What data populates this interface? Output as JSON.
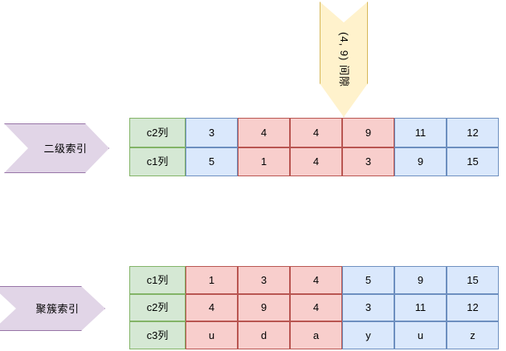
{
  "colors": {
    "green_fill": "#d5e8d4",
    "green_stroke": "#82b366",
    "blue_fill": "#dae8fc",
    "blue_stroke": "#6c8ebf",
    "red_fill": "#f8cecc",
    "red_stroke": "#b85450",
    "purple_fill": "#e1d5e7",
    "purple_stroke": "#9673a6",
    "yellow_fill": "#fff2cc",
    "yellow_stroke": "#d6b656",
    "background": "#ffffff"
  },
  "labels": {
    "secondary_index": "二级索引",
    "clustered_index": "聚簇索引"
  },
  "gap_arrow": {
    "text": "(4, 9) 间隙"
  },
  "secondary_index_table": {
    "rows": [
      {
        "header": "c2列",
        "cells": [
          {
            "value": "3",
            "state": "normal"
          },
          {
            "value": "4",
            "state": "highlight"
          },
          {
            "value": "4",
            "state": "highlight"
          },
          {
            "value": "9",
            "state": "highlight"
          },
          {
            "value": "11",
            "state": "normal"
          },
          {
            "value": "12",
            "state": "normal"
          }
        ]
      },
      {
        "header": "c1列",
        "cells": [
          {
            "value": "5",
            "state": "normal"
          },
          {
            "value": "1",
            "state": "highlight"
          },
          {
            "value": "4",
            "state": "highlight"
          },
          {
            "value": "3",
            "state": "highlight"
          },
          {
            "value": "9",
            "state": "normal"
          },
          {
            "value": "15",
            "state": "normal"
          }
        ]
      }
    ]
  },
  "clustered_index_table": {
    "rows": [
      {
        "header": "c1列",
        "cells": [
          {
            "value": "1",
            "state": "highlight"
          },
          {
            "value": "3",
            "state": "highlight"
          },
          {
            "value": "4",
            "state": "highlight"
          },
          {
            "value": "5",
            "state": "normal"
          },
          {
            "value": "9",
            "state": "normal"
          },
          {
            "value": "15",
            "state": "normal"
          }
        ]
      },
      {
        "header": "c2列",
        "cells": [
          {
            "value": "4",
            "state": "highlight"
          },
          {
            "value": "9",
            "state": "highlight"
          },
          {
            "value": "4",
            "state": "highlight"
          },
          {
            "value": "3",
            "state": "normal"
          },
          {
            "value": "11",
            "state": "normal"
          },
          {
            "value": "12",
            "state": "normal"
          }
        ]
      },
      {
        "header": "c3列",
        "cells": [
          {
            "value": "u",
            "state": "highlight"
          },
          {
            "value": "d",
            "state": "highlight"
          },
          {
            "value": "a",
            "state": "highlight"
          },
          {
            "value": "y",
            "state": "normal"
          },
          {
            "value": "u",
            "state": "normal"
          },
          {
            "value": "z",
            "state": "normal"
          }
        ]
      }
    ]
  }
}
